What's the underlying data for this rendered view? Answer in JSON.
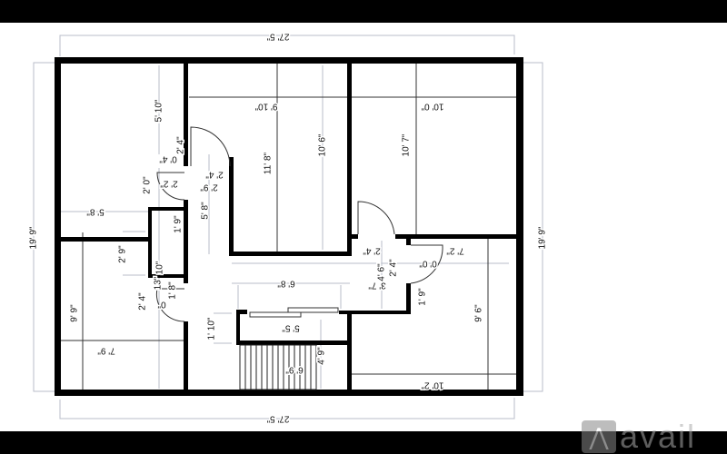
{
  "plan": {
    "overall_width": "27' 5\"",
    "overall_depth": "19' 9\"",
    "labels": [
      "27' 5\"",
      "27' 5\"",
      "19' 9\"",
      "19' 9\"",
      "5' 10\"",
      "9' 10\"",
      "11' 8\"",
      "10' 6\"",
      "10' 0\"",
      "10' 7\"",
      "2' 4\"",
      "0' 4\"",
      "2' 0\"",
      "2' 2\"",
      "2' 4\"",
      "2' 9\"",
      "5' 8\"",
      "5' 8\"",
      "1' 9\"",
      "2' 9\"",
      "10\"",
      "13\"",
      "1' 8\"",
      "0\"",
      "2' 4\"",
      "9' 9\"",
      "7' 9\"",
      "6' 8\"",
      "1' 10\"",
      "5' 5\"",
      "4' 9\"",
      "6' 9\"",
      "2' 4\"",
      "2' 4\"",
      "4' 6\"",
      "3' 7\"",
      "0' 0\"",
      "7' 2\"",
      "1' 9\"",
      "9' 6\"",
      "10' 2\""
    ]
  },
  "logo": {
    "text": "avail",
    "icon": "avail-logo-icon"
  }
}
